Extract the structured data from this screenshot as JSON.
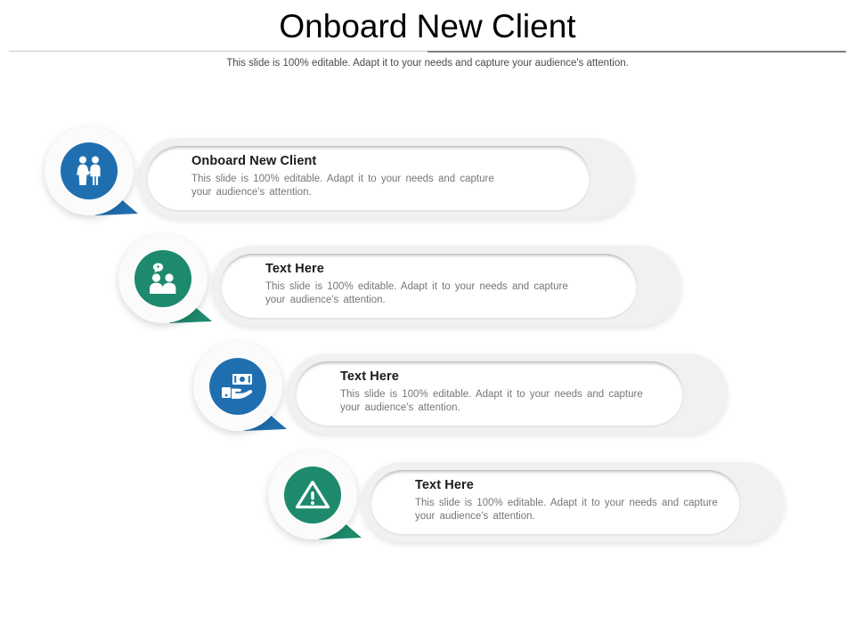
{
  "header": {
    "title": "Onboard New Client",
    "subtitle": "This slide is 100% editable. Adapt it to your needs and capture your audience's attention."
  },
  "colors": {
    "blue": "#1F6FB0",
    "green": "#1E8A6D",
    "bar_outer": "#F0F1F2",
    "bar_inner": "#FFFFFF",
    "heading_text": "#1A1A1A",
    "body_text": "#767676"
  },
  "rows": [
    {
      "heading": "Onboard New Client",
      "body": "This slide is 100% editable. Adapt it to your needs and capture your audience's attention.",
      "icon": "couple-icon",
      "accent": "#1F6FB0"
    },
    {
      "heading": "Text Here",
      "body": "This slide is 100% editable. Adapt it to your needs and capture your audience's attention.",
      "icon": "two-people-chat-icon",
      "accent": "#1E8A6D"
    },
    {
      "heading": "Text Here",
      "body": "This slide is 100% editable. Adapt it to your needs and capture your audience's attention.",
      "icon": "hand-holding-money-icon",
      "accent": "#1F6FB0"
    },
    {
      "heading": "Text Here",
      "body": "This slide is 100% editable. Adapt it to your needs and capture your audience's attention.",
      "icon": "warning-triangle-icon",
      "accent": "#1E8A6D"
    }
  ]
}
